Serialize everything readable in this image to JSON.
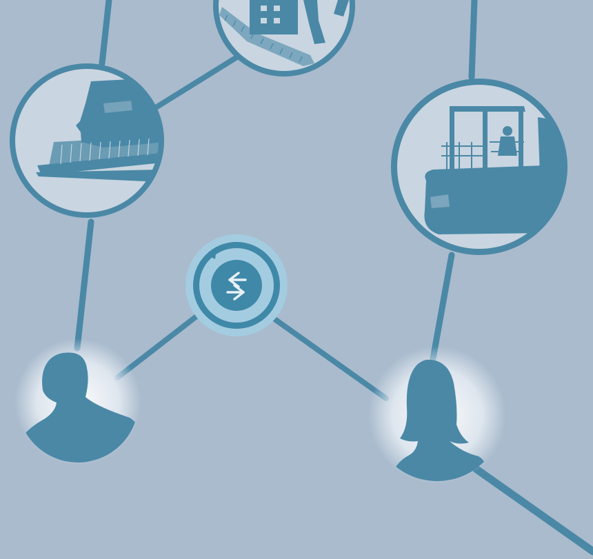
{
  "diagram": {
    "type": "network",
    "palette": {
      "background": "#a9bbcd",
      "primary": "#4a88a6",
      "light": "#c9d5e0",
      "node_glow": "#e1e8f0",
      "hub_outer": "#a4cce0",
      "hub_inner": "#3f88a8"
    },
    "nodes": [
      {
        "id": "machine-conveyor",
        "kind": "equipment-photo",
        "icon": "conveyor-machine-icon"
      },
      {
        "id": "machine-building",
        "kind": "equipment-photo",
        "icon": "building-equipment-icon"
      },
      {
        "id": "machine-forklift",
        "kind": "equipment-photo",
        "icon": "forklift-icon"
      },
      {
        "id": "hub-exchange",
        "kind": "hub",
        "icon": "exchange-arrows-icon"
      },
      {
        "id": "person-male",
        "kind": "person",
        "icon": "male-silhouette-icon"
      },
      {
        "id": "person-female",
        "kind": "person",
        "icon": "female-silhouette-icon"
      }
    ],
    "edges": [
      [
        "machine-conveyor",
        "machine-building"
      ],
      [
        "machine-conveyor",
        "person-male"
      ],
      [
        "person-male",
        "hub-exchange"
      ],
      [
        "hub-exchange",
        "person-female"
      ],
      [
        "machine-forklift",
        "person-female"
      ]
    ]
  }
}
